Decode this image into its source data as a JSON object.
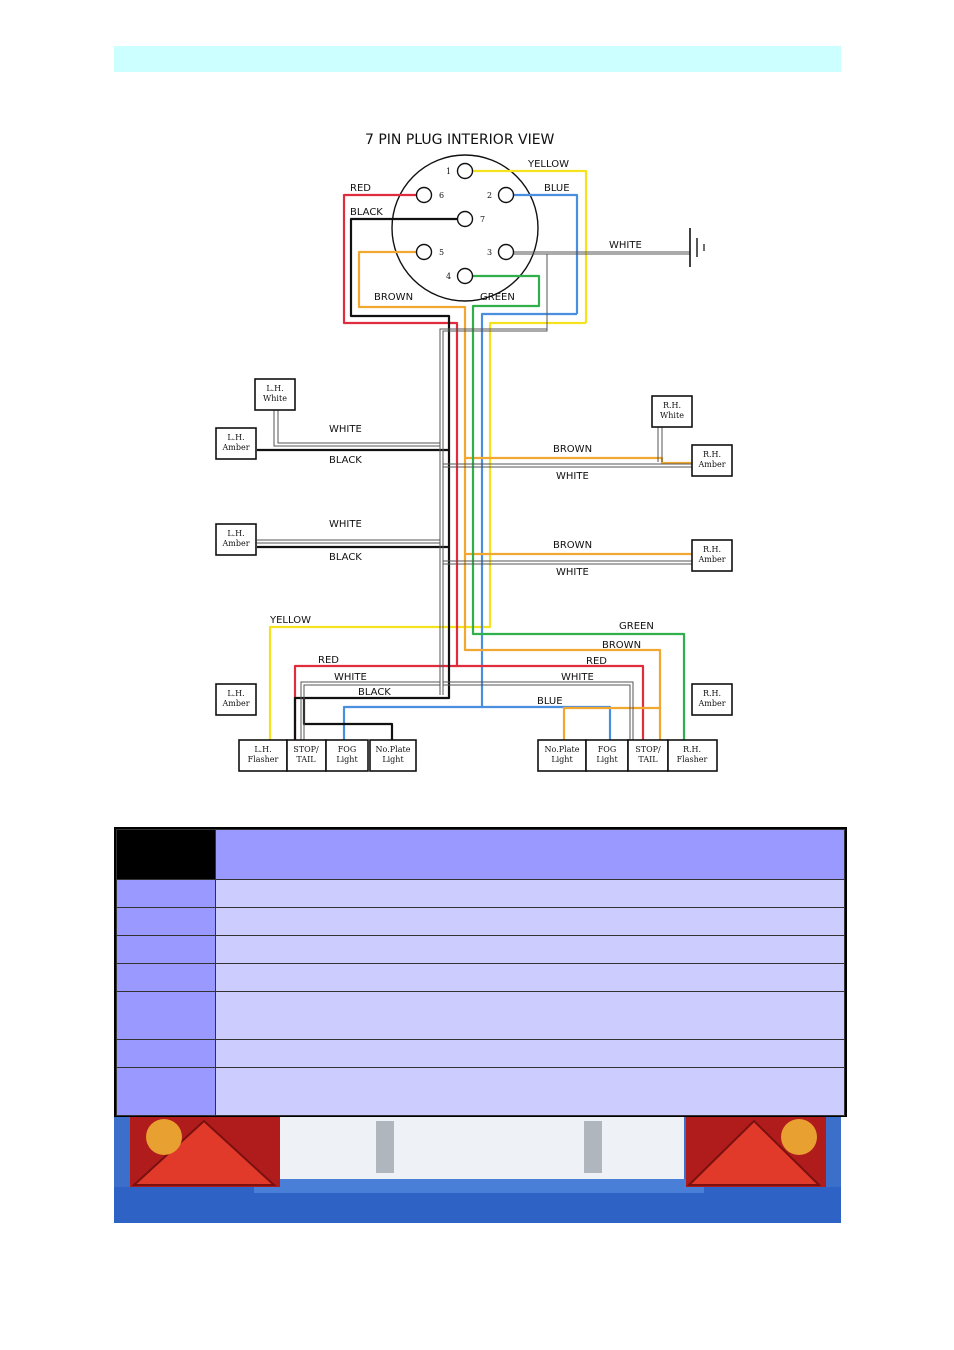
{
  "diagram": {
    "title": "7 PIN PLUG INTERIOR VIEW",
    "pins": [
      "1",
      "2",
      "3",
      "4",
      "5",
      "6",
      "7"
    ],
    "plug_wires": {
      "yellow": "YELLOW",
      "blue": "BLUE",
      "red": "RED",
      "black": "BLACK",
      "white": "WHITE",
      "brown": "BROWN",
      "green": "GREEN"
    },
    "run_labels": {
      "white_lh_top": "WHITE",
      "black_lh_top": "BLACK",
      "brown_rh_top": "BROWN",
      "white_rh_top": "WHITE",
      "white_lh_mid": "WHITE",
      "black_lh_mid": "BLACK",
      "brown_rh_mid": "BROWN",
      "white_rh_mid": "WHITE",
      "yellow_bottom": "YELLOW",
      "green_bottom": "GREEN",
      "brown_bottom": "BROWN",
      "red_left": "RED",
      "red_right": "RED",
      "white_left": "WHITE",
      "white_right": "WHITE",
      "black_bottom": "BLACK",
      "blue_bottom": "BLUE"
    },
    "lamps": {
      "lh_white": [
        "L.H.",
        "White"
      ],
      "lh_amber_top": [
        "L.H.",
        "Amber"
      ],
      "rh_white": [
        "R.H.",
        "White"
      ],
      "rh_amber_top": [
        "R.H.",
        "Amber"
      ],
      "lh_amber_mid": [
        "L.H.",
        "Amber"
      ],
      "rh_amber_mid": [
        "R.H.",
        "Amber"
      ],
      "lh_amber_bottom": [
        "L.H.",
        "Amber"
      ],
      "rh_amber_bottom": [
        "R.H.",
        "Amber"
      ],
      "lh_flasher": [
        "L.H.",
        "Flasher"
      ],
      "lh_stop_tail": [
        "STOP/",
        "TAIL"
      ],
      "lh_fog": [
        "FOG",
        "Light"
      ],
      "lh_no_plate": [
        "No.Plate",
        "Light"
      ],
      "rh_no_plate": [
        "No.Plate",
        "Light"
      ],
      "rh_fog": [
        "FOG",
        "Light"
      ],
      "rh_stop_tail": [
        "STOP/",
        "TAIL"
      ],
      "rh_flasher": [
        "R.H.",
        "Flasher"
      ]
    },
    "colors": {
      "yellow": "#f5e11c",
      "blue": "#4a8ee0",
      "red": "#e02c3c",
      "black": "#111111",
      "white": "#777777",
      "brown": "#f0a830",
      "green": "#2fb04a"
    }
  },
  "table": {
    "rows": 8
  }
}
